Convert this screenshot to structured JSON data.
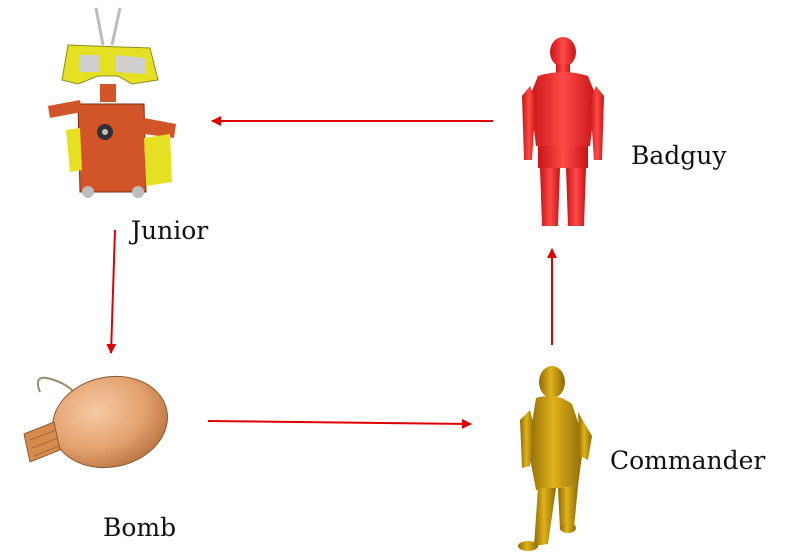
{
  "nodes": {
    "junior": {
      "label": "Junior",
      "figure": "robot-icon"
    },
    "badguy": {
      "label": "Badguy",
      "figure": "red-humanoid-icon"
    },
    "commander": {
      "label": "Commander",
      "figure": "gold-humanoid-icon"
    },
    "bomb": {
      "label": "Bomb",
      "figure": "bomb-icon"
    }
  },
  "edges": [
    {
      "from": "Badguy",
      "to": "Junior"
    },
    {
      "from": "Junior",
      "to": "Bomb"
    },
    {
      "from": "Bomb",
      "to": "Commander"
    },
    {
      "from": "Commander",
      "to": "Badguy"
    }
  ],
  "colors": {
    "arrow": "#e00000",
    "badguy": "#ee2a2a",
    "commander": "#c79a08",
    "robot_body": "#d2552a",
    "robot_accent": "#e6e023",
    "bomb": "#e3a270"
  }
}
